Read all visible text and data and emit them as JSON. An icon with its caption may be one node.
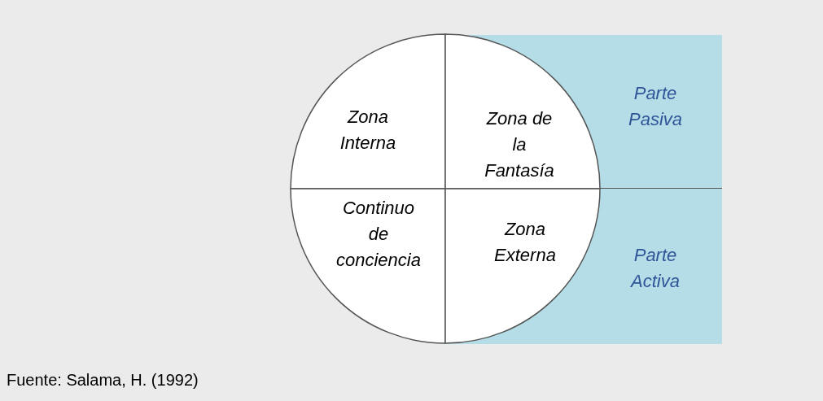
{
  "diagram": {
    "caption": "Fuente: Salama, H. (1992)",
    "nodes": [
      {
        "text": [
          "Zona Interna"
        ]
      },
      {
        "text": [
          "Parte Pasiva"
        ]
      },
      {
        "text": [
          "Zona de la Fantasía"
        ],
        "in": 1
      },
      {
        "text": [
          "Continuo de conciencia"
        ]
      },
      {
        "text": [
          "Parte Activa"
        ]
      },
      {
        "text": [
          "Zona Externa"
        ],
        "in": 4
      }
    ]
  }
}
